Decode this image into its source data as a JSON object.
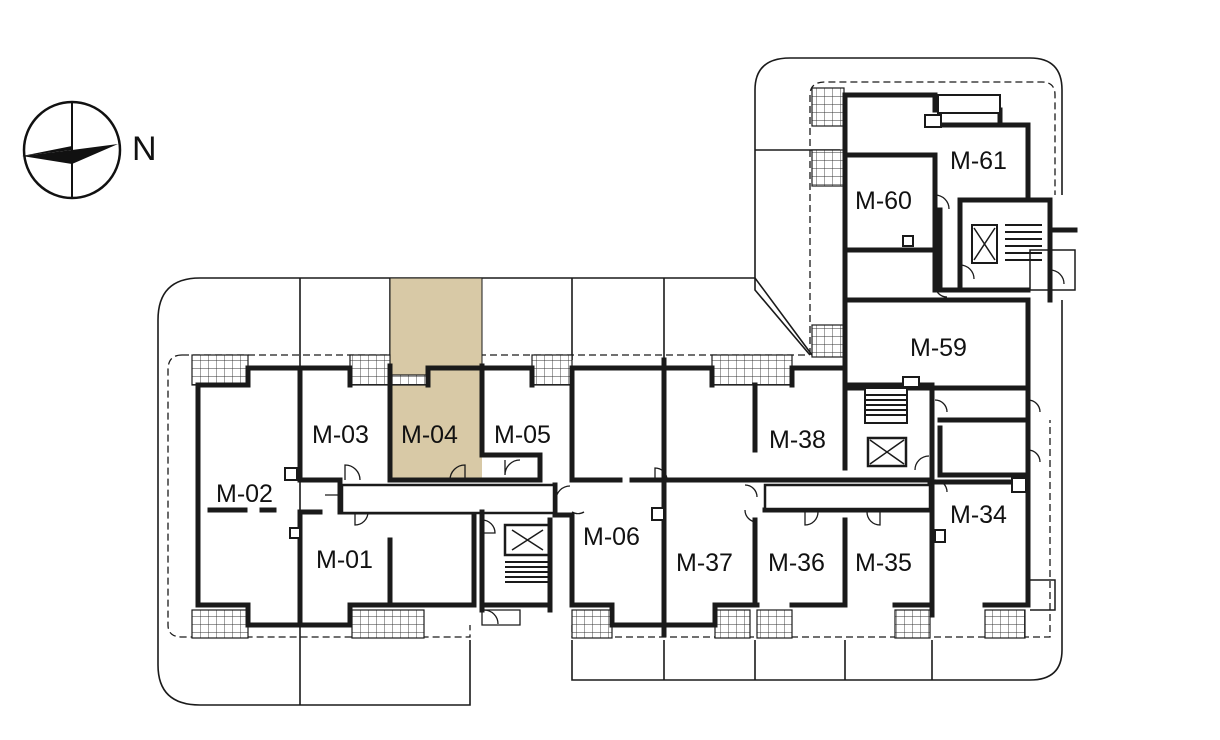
{
  "compass": {
    "label": "N",
    "icon": "compass-icon"
  },
  "highlight": {
    "unit": "M-04",
    "fill_color": "#d8c9a6",
    "label_color": "#8c7b58"
  },
  "units": [
    {
      "id": "m01",
      "label": "M-01"
    },
    {
      "id": "m02",
      "label": "M-02"
    },
    {
      "id": "m03",
      "label": "M-03"
    },
    {
      "id": "m04",
      "label": "M-04"
    },
    {
      "id": "m05",
      "label": "M-05"
    },
    {
      "id": "m06",
      "label": "M-06"
    },
    {
      "id": "m37",
      "label": "M-37"
    },
    {
      "id": "m36",
      "label": "M-36"
    },
    {
      "id": "m35",
      "label": "M-35"
    },
    {
      "id": "m34",
      "label": "M-34"
    },
    {
      "id": "m38",
      "label": "M-38"
    },
    {
      "id": "m59",
      "label": "M-59"
    },
    {
      "id": "m60",
      "label": "M-60"
    },
    {
      "id": "m61",
      "label": "M-61"
    }
  ]
}
